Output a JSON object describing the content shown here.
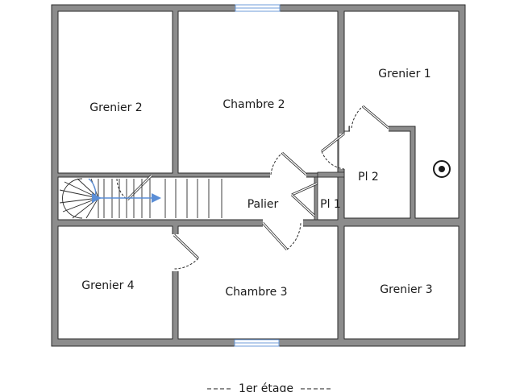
{
  "colors": {
    "wall": "#8c8c8c",
    "wall_edge": "#2b2b2b",
    "room_fill": "#ffffff",
    "window": "#6e9bd8",
    "stair_arrow": "#5b8ed6",
    "text": "#1a1a1a"
  },
  "rooms": [
    {
      "id": "grenier-2",
      "label": "Grenier 2"
    },
    {
      "id": "chambre-2",
      "label": "Chambre 2"
    },
    {
      "id": "grenier-1",
      "label": "Grenier 1"
    },
    {
      "id": "pl-2",
      "label": "Pl 2"
    },
    {
      "id": "palier",
      "label": "Palier"
    },
    {
      "id": "pl-1",
      "label": "Pl 1"
    },
    {
      "id": "grenier-4",
      "label": "Grenier 4"
    },
    {
      "id": "chambre-3",
      "label": "Chambre 3"
    },
    {
      "id": "grenier-3",
      "label": "Grenier 3"
    }
  ],
  "floor_label": "1er étage",
  "icons": [
    "target-icon",
    "stair-arrow-icon"
  ]
}
